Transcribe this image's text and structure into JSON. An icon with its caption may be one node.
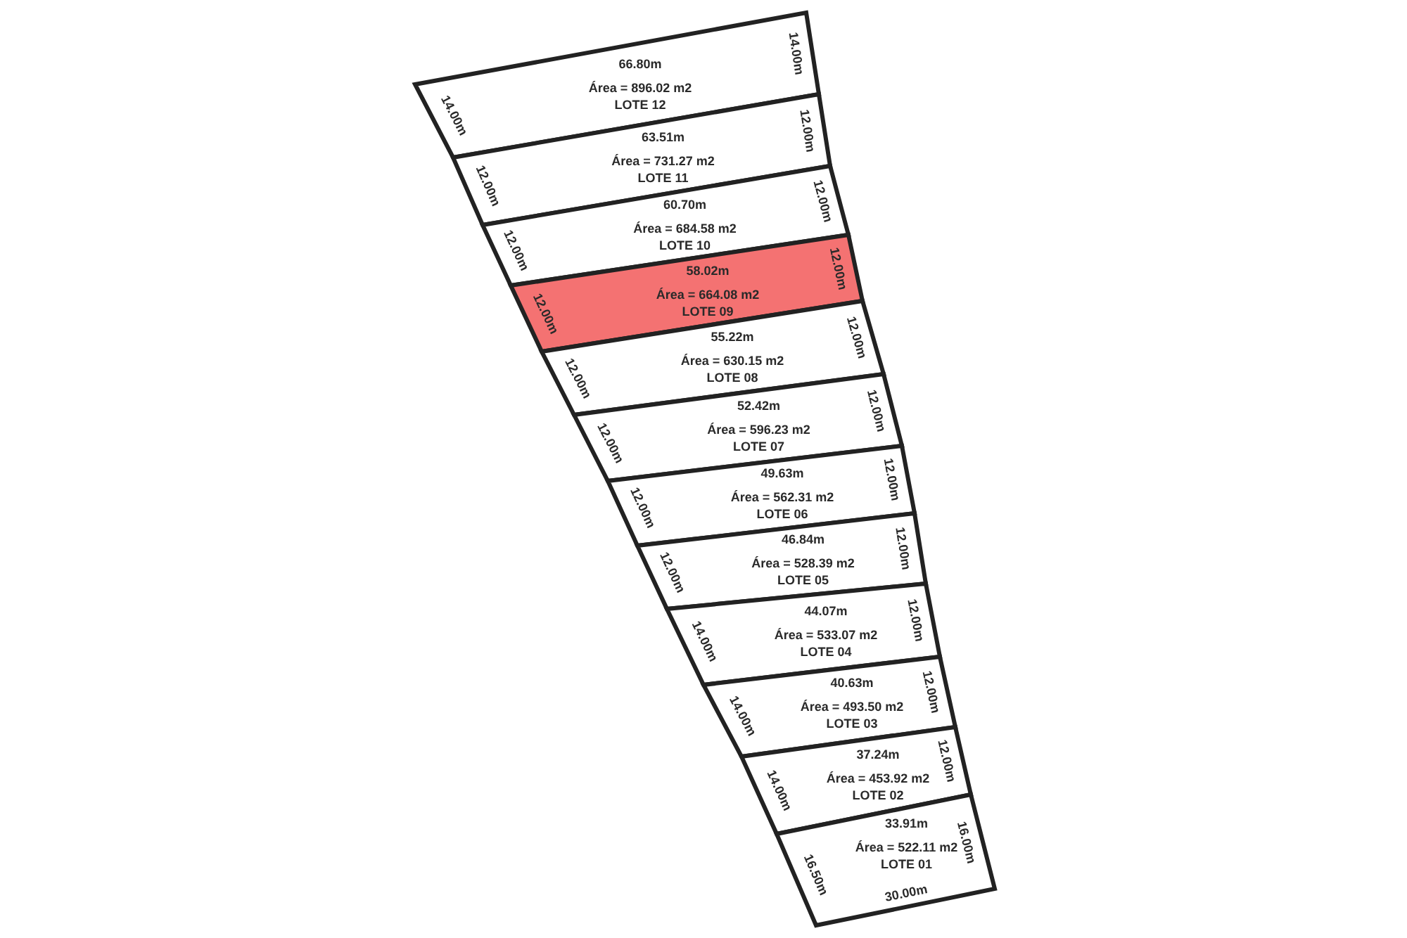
{
  "diagram": {
    "nodes": [
      {
        "text": [
          "66.80m",
          "Área = 896.02 m2",
          "LOTE 12",
          "14.00m",
          "14.00m"
        ]
      },
      {
        "text": [
          "63.51m",
          "Área = 731.27 m2",
          "LOTE 11",
          "12.00m",
          "12.00m"
        ]
      },
      {
        "text": [
          "60.70m",
          "Área = 684.58 m2",
          "LOTE 10",
          "12.00m",
          "12.00m"
        ]
      },
      {
        "text": [
          "58.02m",
          "Área = 664.08 m2",
          "LOTE 09",
          "12.00m",
          "12.00m"
        ]
      },
      {
        "text": [
          "55.22m",
          "Área = 630.15 m2",
          "LOTE 08",
          "12.00m",
          "12.00m"
        ]
      },
      {
        "text": [
          "52.42m",
          "Área = 596.23 m2",
          "LOTE 07",
          "12.00m",
          "12.00m"
        ]
      },
      {
        "text": [
          "49.63m",
          "Área = 562.31 m2",
          "LOTE 06",
          "12.00m",
          "12.00m"
        ]
      },
      {
        "text": [
          "46.84m",
          "Área = 528.39 m2",
          "LOTE 05",
          "12.00m",
          "12.00m"
        ]
      },
      {
        "text": [
          "44.07m",
          "Área = 533.07 m2",
          "LOTE 04",
          "14.00m",
          "12.00m"
        ]
      },
      {
        "text": [
          "40.63m",
          "Área = 493.50 m2",
          "LOTE 03",
          "14.00m",
          "12.00m"
        ]
      },
      {
        "text": [
          "37.24m",
          "Área = 453.92 m2",
          "LOTE 02",
          "14.00m",
          "12.00m"
        ]
      },
      {
        "text": [
          "33.91m",
          "Área = 522.11 m2",
          "LOTE 01",
          "16.50m",
          "16.00m",
          "30.00m"
        ]
      }
    ]
  }
}
